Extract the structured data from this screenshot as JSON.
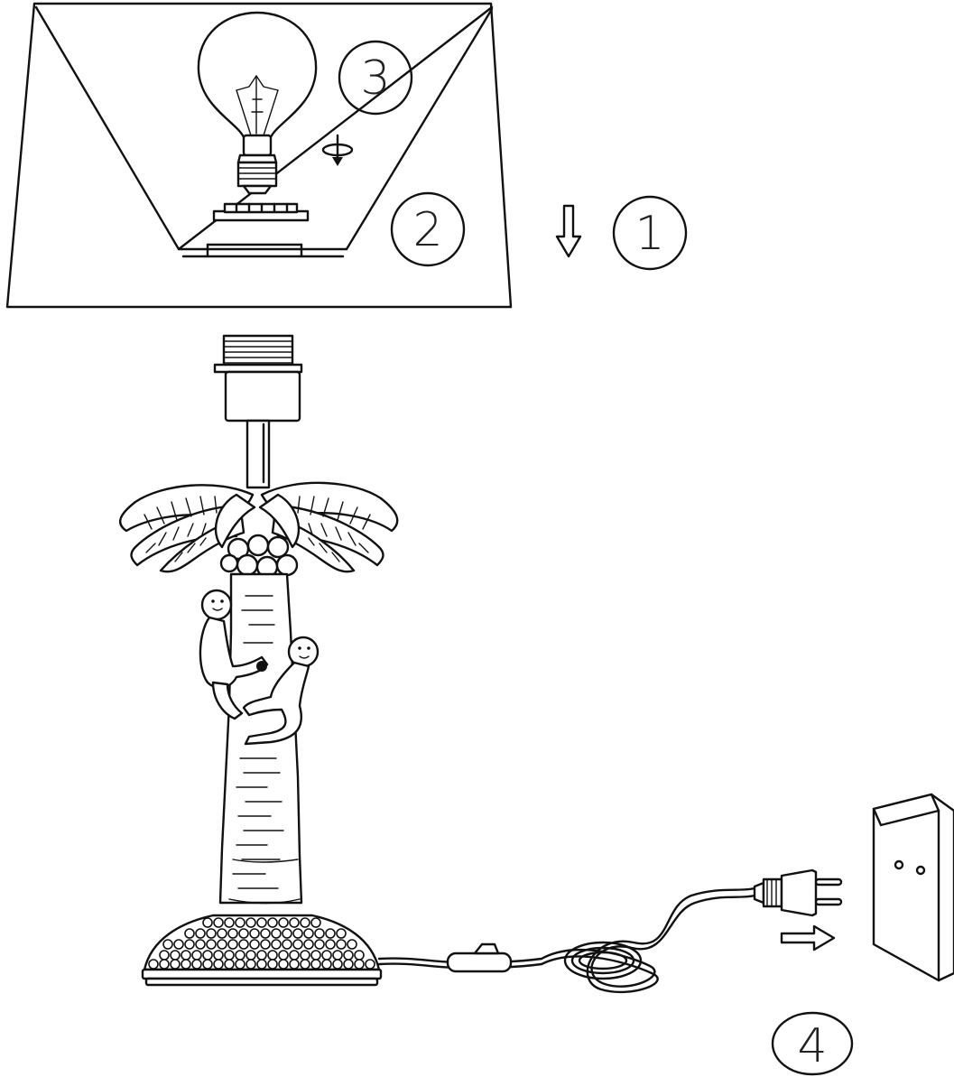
{
  "steps": [
    {
      "id": "step-1",
      "label": "1"
    },
    {
      "id": "step-2",
      "label": "2"
    },
    {
      "id": "step-3",
      "label": "3"
    },
    {
      "id": "step-4",
      "label": "4"
    }
  ],
  "icons": {
    "bulb": "light-bulb-icon",
    "rotate": "rotate-clockwise-icon",
    "arrow_down": "arrow-down-icon",
    "arrow_right": "arrow-right-icon",
    "plug": "power-plug-icon",
    "socket": "wall-socket-icon"
  },
  "colors": {
    "line": "#111111",
    "background": "#ffffff"
  }
}
